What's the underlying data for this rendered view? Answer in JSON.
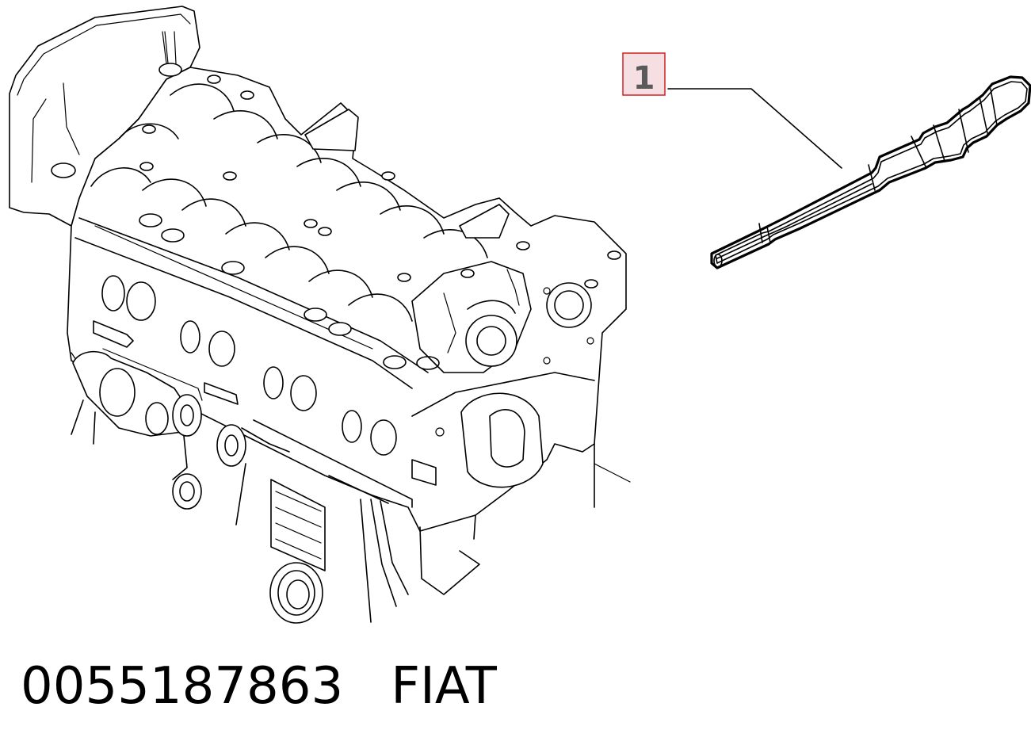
{
  "callouts": [
    {
      "label": "1"
    }
  ],
  "caption": {
    "part_number": "0055187863",
    "brand": "FIAT"
  },
  "colors": {
    "line": "#000000",
    "callout_border": "#d22020",
    "callout_fill": "#f6dfe3",
    "callout_text": "#5a5a5a",
    "background": "#ffffff"
  }
}
